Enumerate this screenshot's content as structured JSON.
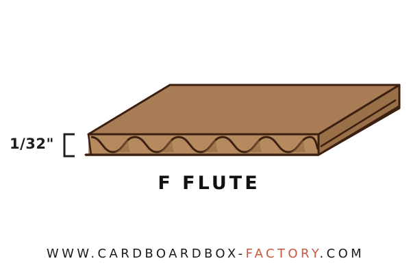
{
  "diagram": {
    "thickness_label": "1/32\"",
    "flute_label": "F FLUTE",
    "website": {
      "prefix": "WWW.CARDBOARDBOX-",
      "accent": "FACTORY",
      "suffix": ".COM"
    }
  },
  "colors": {
    "board_top": "#a87c55",
    "board_side": "#8f6743",
    "board_inner": "#b58a5f",
    "outline": "#3b1f10",
    "accent": "#c8553d",
    "text": "#1a1a1a"
  },
  "icons": {
    "bracket": "thickness-bracket-icon"
  }
}
